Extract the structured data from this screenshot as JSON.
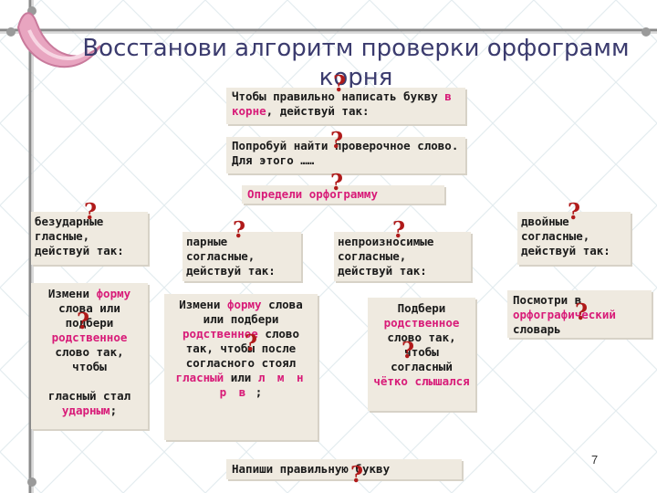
{
  "title": {
    "line1": "Восстанови алгоритм проверки орфограмм",
    "line2": "корня"
  },
  "intro": {
    "part1": "Чтобы правильно написать букву ",
    "highlight": "в корне",
    "part2": ", действуй так:"
  },
  "step_find": "Попробуй найти проверочное слово. Для этого ……",
  "step_identify": "Определи орфограмму",
  "types": {
    "unstressed": "безударные гласные, действуй так:",
    "paired": "парные согласные, действуй так:",
    "unpronounceable": "непроизносимые согласные, действуй так:",
    "double": "двойные согласные, действуй так:"
  },
  "actions": {
    "unstressed": {
      "t1": "Измени ",
      "h1": "форму",
      "t2": " слова или подбери ",
      "h2": "родственное",
      "t3": " слово так, чтобы",
      "t4": "гласный стал ",
      "h3": "ударным",
      "t5": ";"
    },
    "paired": {
      "t1": "Измени ",
      "h1": "форму",
      "t2": " слова или подбери ",
      "h2": "родственное",
      "t3": " слово так, чтобы после согласного стоял ",
      "h3": "гласный",
      "t4": " или ",
      "h4": "л м н р в",
      "t5": " ;"
    },
    "unpronounceable": {
      "t1": "Подбери ",
      "h1": "родственное",
      "t2": " слово так, чтобы согласный ",
      "h2": "чётко слышался"
    },
    "double": {
      "t1": "Посмотри в ",
      "h1": "орфографический",
      "t2": " словарь"
    }
  },
  "final_step": "Напиши правильную букву",
  "question_mark": "?",
  "page_number": "7",
  "colors": {
    "title": "#3b3b6e",
    "box_bg": "#efeae0",
    "highlight": "#d81b78",
    "question_mark": "#b01a1a",
    "swirl": "#e8a5c0"
  }
}
